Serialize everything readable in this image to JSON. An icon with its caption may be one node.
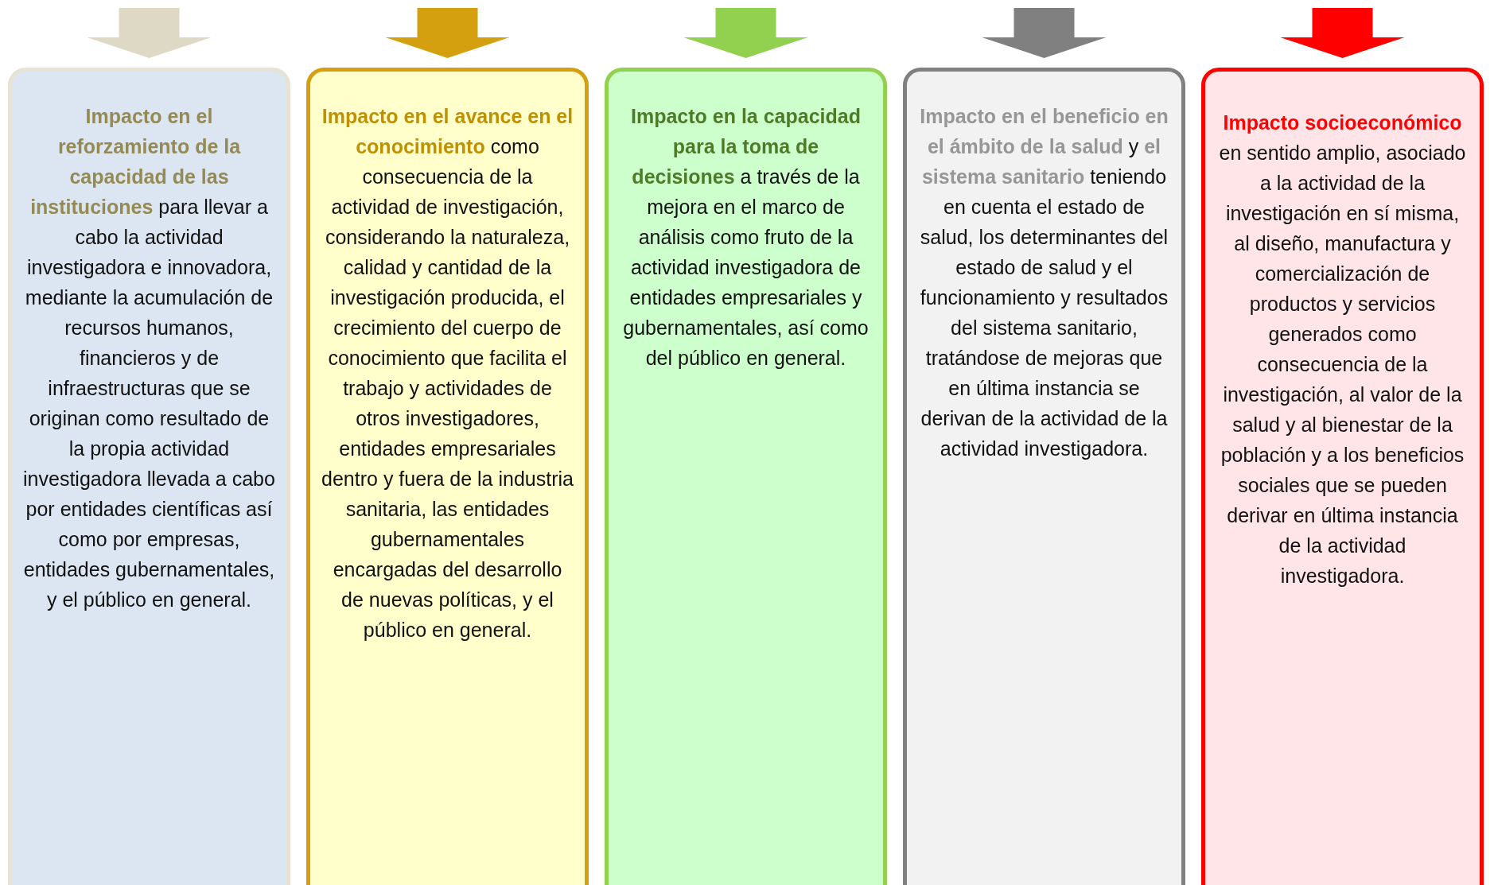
{
  "diagram": {
    "nodes": [
      {
        "text": [
          "**Impacto en el reforzamiento de la capacidad de las instituciones** para llevar a cabo la actividad investigadora e innovadora, mediante la acumulación de recursos humanos, financieros y de infraestructuras que se originan como resultado de la propia actividad investigadora llevada a cabo por entidades científicas así como por empresas, entidades gubernamentales, y el público en general."
        ]
      },
      {
        "text": [
          "**Impacto en el avance en el conocimiento** como consecuencia de la actividad de investigación, considerando la naturaleza, calidad y cantidad de la investigación producida, el crecimiento del cuerpo de conocimiento que facilita el trabajo y actividades de otros investigadores, entidades empresariales dentro y fuera de la industria sanitaria, las entidades gubernamentales encargadas del desarrollo de nuevas políticas, y el público en general."
        ]
      },
      {
        "text": [
          "**Impacto en la capacidad para la toma de decisiones** a través de la mejora en el marco de análisis como fruto de la actividad investigadora de entidades empresariales y gubernamentales, así como del público en general."
        ]
      },
      {
        "text": [
          "**Impacto en el beneficio en el ámbito de la salud** y **el sistema sanitario** teniendo en cuenta el estado de salud, los determinantes del estado de salud y el funcionamiento y resultados del sistema sanitario, tratándose de mejoras que en última instancia se derivan de la actividad de la actividad investigadora."
        ]
      },
      {
        "text": [
          "**Impacto socioeconómico** en sentido amplio, asociado a la actividad de la investigación en sí misma, al diseño, manufactura y comercialización de productos y servicios generados como consecuencia de la investigación, al valor de la salud y al bienestar de la población y a los beneficios sociales que se pueden derivar en última instancia de la actividad investigadora."
        ]
      }
    ],
    "edges": [
      {
        "from": null,
        "to": 0,
        "arrow": "to",
        "color": "#ddd9c4"
      },
      {
        "from": null,
        "to": 1,
        "arrow": "to",
        "color": "#d4a010"
      },
      {
        "from": null,
        "to": 2,
        "arrow": "to",
        "color": "#92d050"
      },
      {
        "from": null,
        "to": 3,
        "arrow": "to",
        "color": "#808080"
      },
      {
        "from": null,
        "to": 4,
        "arrow": "to",
        "color": "#ff0000"
      }
    ]
  }
}
